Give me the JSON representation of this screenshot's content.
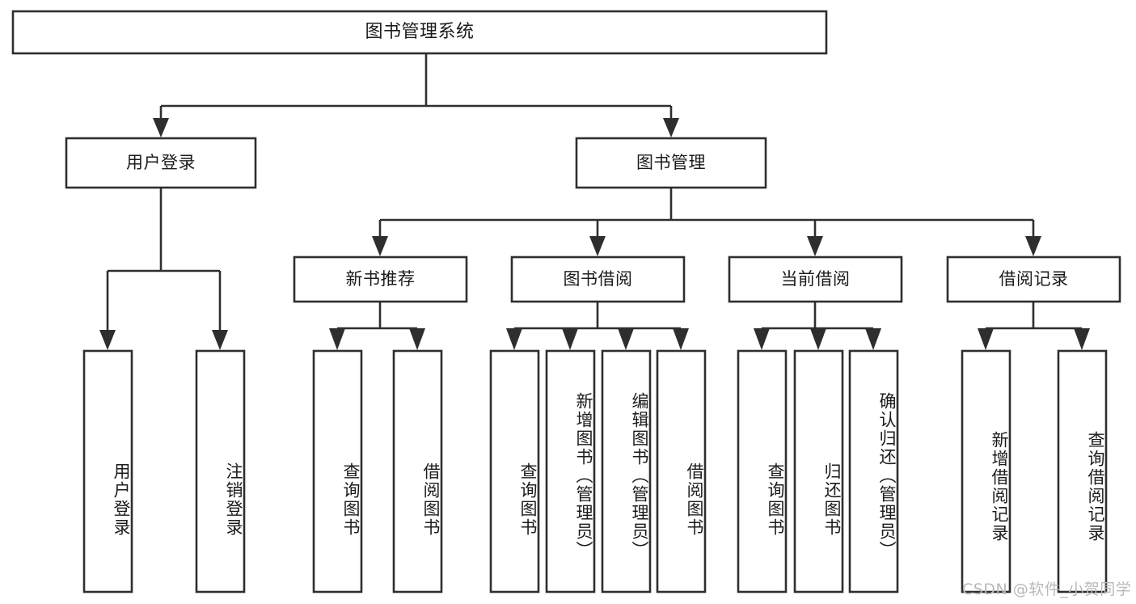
{
  "diagram": {
    "title": "图书管理系统",
    "type": "tree-hierarchy",
    "watermark": "CSDN @软件_小贺同学",
    "colors": {
      "background": "#ffffff",
      "box_stroke": "#2e2e2e",
      "box_fill": "#ffffff",
      "text": "#1b1b1b",
      "watermark": "#b9b9b9"
    },
    "nodes": {
      "root": {
        "label": "图书管理系统",
        "level": 1,
        "orientation": "horizontal"
      },
      "l2": [
        {
          "id": "user-login",
          "label": "用户登录",
          "level": 2,
          "orientation": "horizontal"
        },
        {
          "id": "book-manage",
          "label": "图书管理",
          "level": 2,
          "orientation": "horizontal"
        }
      ],
      "l3": [
        {
          "id": "new-book-recommend",
          "label": "新书推荐",
          "level": 3,
          "orientation": "horizontal"
        },
        {
          "id": "book-borrow",
          "label": "图书借阅",
          "level": 3,
          "orientation": "horizontal"
        },
        {
          "id": "current-borrow",
          "label": "当前借阅",
          "level": 3,
          "orientation": "horizontal"
        },
        {
          "id": "borrow-record",
          "label": "借阅记录",
          "level": 3,
          "orientation": "horizontal"
        }
      ],
      "leaves": [
        {
          "id": "leaf-user-login",
          "label": "用户登录",
          "parent": "user-login",
          "orientation": "vertical"
        },
        {
          "id": "leaf-logout-login",
          "label": "注销登录",
          "parent": "user-login",
          "orientation": "vertical"
        },
        {
          "id": "leaf-query-book-1",
          "label": "查询图书",
          "parent": "new-book-recommend",
          "orientation": "vertical"
        },
        {
          "id": "leaf-borrow-book-1",
          "label": "借阅图书",
          "parent": "new-book-recommend",
          "orientation": "vertical"
        },
        {
          "id": "leaf-query-book-2",
          "label": "查询图书",
          "parent": "book-borrow",
          "orientation": "vertical"
        },
        {
          "id": "leaf-add-book",
          "label": "新增图书（管理员）",
          "parent": "book-borrow",
          "orientation": "vertical"
        },
        {
          "id": "leaf-edit-book",
          "label": "编辑图书（管理员）",
          "parent": "book-borrow",
          "orientation": "vertical"
        },
        {
          "id": "leaf-borrow-book-2",
          "label": "借阅图书",
          "parent": "book-borrow",
          "orientation": "vertical"
        },
        {
          "id": "leaf-query-book-3",
          "label": "查询图书",
          "parent": "current-borrow",
          "orientation": "vertical"
        },
        {
          "id": "leaf-return-book",
          "label": "归还图书",
          "parent": "current-borrow",
          "orientation": "vertical"
        },
        {
          "id": "leaf-confirm-return",
          "label": "确认归还（管理员）",
          "parent": "current-borrow",
          "orientation": "vertical"
        },
        {
          "id": "leaf-add-record",
          "label": "新增借阅记录",
          "parent": "borrow-record",
          "orientation": "vertical"
        },
        {
          "id": "leaf-query-record",
          "label": "查询借阅记录",
          "parent": "borrow-record",
          "orientation": "vertical"
        }
      ]
    }
  }
}
